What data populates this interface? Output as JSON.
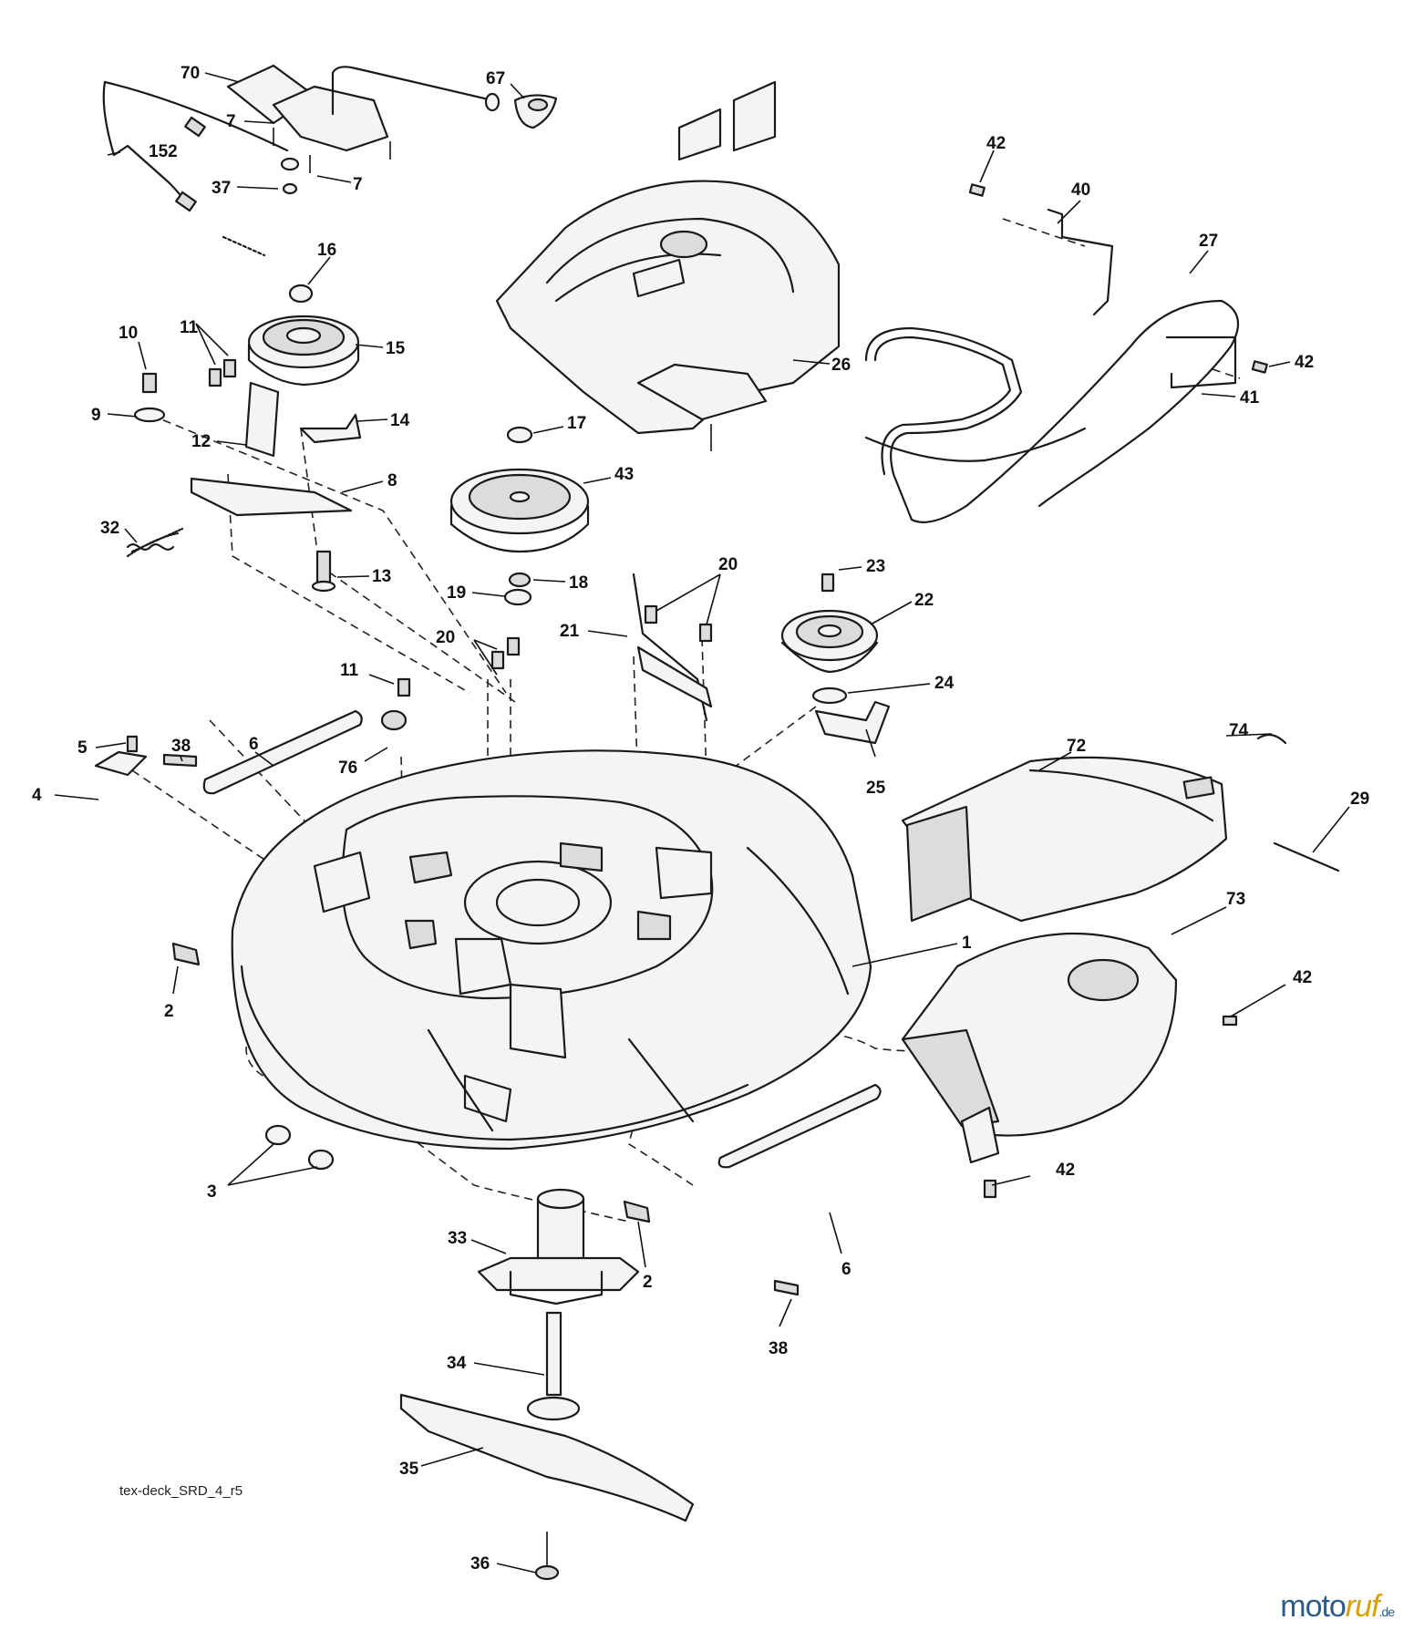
{
  "diagram_code": "tex-deck_SRD_4_r5",
  "watermark": {
    "main": "moto",
    "accent": "ruf",
    "suffix": ".de"
  },
  "callouts": [
    {
      "id": "c70",
      "text": "70"
    },
    {
      "id": "c67",
      "text": "67"
    },
    {
      "id": "c7a",
      "text": "7"
    },
    {
      "id": "c152",
      "text": "152"
    },
    {
      "id": "c7b",
      "text": "7"
    },
    {
      "id": "c37",
      "text": "37"
    },
    {
      "id": "c16",
      "text": "16"
    },
    {
      "id": "c10",
      "text": "10"
    },
    {
      "id": "c11a",
      "text": "11"
    },
    {
      "id": "c15",
      "text": "15"
    },
    {
      "id": "c9",
      "text": "9"
    },
    {
      "id": "c12",
      "text": "12"
    },
    {
      "id": "c14",
      "text": "14"
    },
    {
      "id": "c8",
      "text": "8"
    },
    {
      "id": "c32",
      "text": "32"
    },
    {
      "id": "c13",
      "text": "13"
    },
    {
      "id": "c42a",
      "text": "42"
    },
    {
      "id": "c40",
      "text": "40"
    },
    {
      "id": "c27",
      "text": "27"
    },
    {
      "id": "c42b",
      "text": "42"
    },
    {
      "id": "c41",
      "text": "41"
    },
    {
      "id": "c26",
      "text": "26"
    },
    {
      "id": "c17",
      "text": "17"
    },
    {
      "id": "c43",
      "text": "43"
    },
    {
      "id": "c18",
      "text": "18"
    },
    {
      "id": "c19",
      "text": "19"
    },
    {
      "id": "c20a",
      "text": "20"
    },
    {
      "id": "c21",
      "text": "21"
    },
    {
      "id": "c23",
      "text": "23"
    },
    {
      "id": "c22",
      "text": "22"
    },
    {
      "id": "c20b",
      "text": "20"
    },
    {
      "id": "c11b",
      "text": "11"
    },
    {
      "id": "c24",
      "text": "24"
    },
    {
      "id": "c25",
      "text": "25"
    },
    {
      "id": "c5",
      "text": "5"
    },
    {
      "id": "c38a",
      "text": "38"
    },
    {
      "id": "c6a",
      "text": "6"
    },
    {
      "id": "c76",
      "text": "76"
    },
    {
      "id": "c4",
      "text": "4"
    },
    {
      "id": "c72",
      "text": "72"
    },
    {
      "id": "c74",
      "text": "74"
    },
    {
      "id": "c29",
      "text": "29"
    },
    {
      "id": "c73",
      "text": "73"
    },
    {
      "id": "c1",
      "text": "1"
    },
    {
      "id": "c2a",
      "text": "2"
    },
    {
      "id": "c42c",
      "text": "42"
    },
    {
      "id": "c3",
      "text": "3"
    },
    {
      "id": "c42d",
      "text": "42"
    },
    {
      "id": "c33",
      "text": "33"
    },
    {
      "id": "c2b",
      "text": "2"
    },
    {
      "id": "c6b",
      "text": "6"
    },
    {
      "id": "c38b",
      "text": "38"
    },
    {
      "id": "c34",
      "text": "34"
    },
    {
      "id": "c35",
      "text": "35"
    },
    {
      "id": "c36",
      "text": "36"
    }
  ]
}
